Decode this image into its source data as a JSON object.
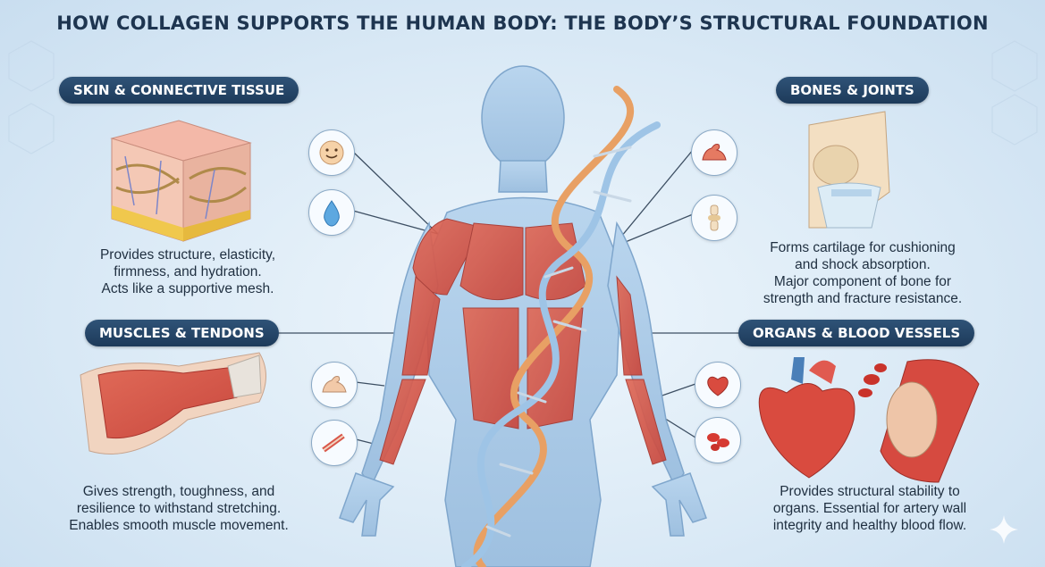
{
  "title": "HOW COLLAGEN SUPPORTS THE HUMAN BODY: THE BODY’S STRUCTURAL FOUNDATION",
  "sections": {
    "skin": {
      "label": "SKIN & CONNECTIVE TISSUE",
      "lines": [
        "Provides structure, elasticity,",
        "firmness, and hydration.",
        "Acts like a supportive mesh."
      ]
    },
    "muscles": {
      "label": "MUSCLES & TENDONS",
      "lines": [
        "Gives strength, toughness, and",
        "resilience to withstand stretching.",
        "Enables smooth muscle movement."
      ]
    },
    "bones": {
      "label": "BONES & JOINTS",
      "lines": [
        "Forms cartilage for cushioning",
        "and shock absorption.",
        "Major component of bone for",
        "strength and fracture resistance."
      ]
    },
    "organs": {
      "label": "ORGANS & BLOOD VESSELS",
      "lines": [
        "Provides structural stability to",
        "organs. Essential for artery wall",
        "integrity and healthy blood flow."
      ]
    }
  },
  "colors": {
    "pill": "#23436a",
    "muscle": "#d9574a",
    "body": "#a9c8e6",
    "dna_orange": "#e8a064",
    "dna_blue": "#9ec4e6"
  },
  "icons": [
    "smile-face-icon",
    "water-drop-icon",
    "flexed-arm-icon",
    "tendon-fiber-icon",
    "muscle-arm-icon",
    "knee-joint-icon",
    "heart-icon",
    "blood-cells-icon"
  ]
}
